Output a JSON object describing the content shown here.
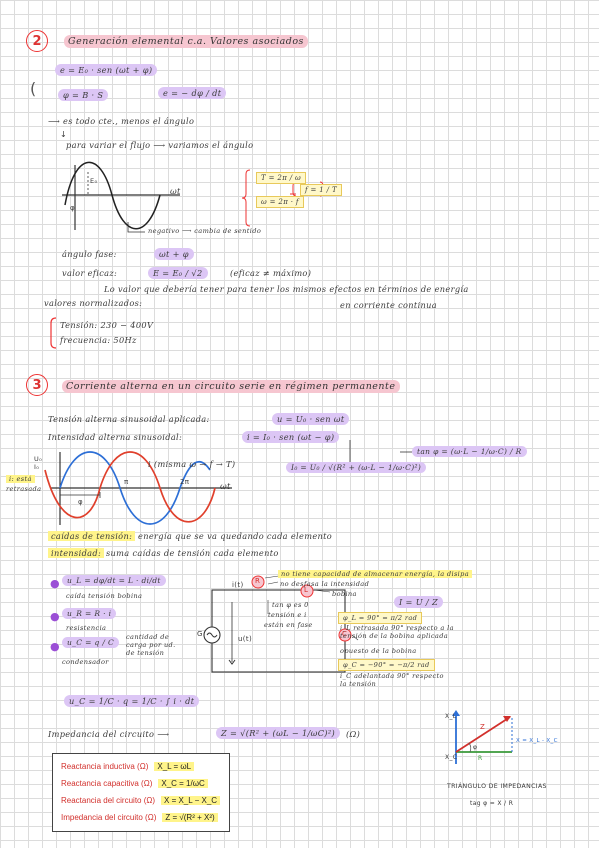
{
  "section2": {
    "number": "2",
    "title": "Generación elemental c.a. Valores asociados",
    "eq_e": "e = E₀ · sen (ωt + φ)",
    "eq_phi": "φ = B · S",
    "eq_e2": "e = − dφ / dt",
    "note1": "⟶ es todo cte., menos el ángulo",
    "arrow": "↓",
    "note2": "para variar el flujo ⟶ variamos el ángulo",
    "graph_E0": "E₀",
    "graph_wt": "ωt",
    "graph_phi": "φ",
    "graph_note": "negativo ⟶ cambia de sentido",
    "T_formula": "T = 2π / ω",
    "f_formula": "f = 1 / T",
    "w_formula": "ω = 2π · f",
    "angle_phase": "ángulo fase:",
    "angle_phase_val": "ωt + φ",
    "rms": "valor eficaz:",
    "rms_val": "E = E₀ / √2",
    "rms_note": "(eficaz ≠ máximo)",
    "sentence1": "Lo valor que debería tener para tener los mismos efectos en términos de energía",
    "sentence2": "valores normalizados:",
    "sentence3": "en corriente continua",
    "tension": "Tensión:  230 − 400V",
    "frequency": "frecuencia:  50Hz"
  },
  "section3": {
    "number": "3",
    "title": "Corriente alterna en un circuito serie en régimen permanente",
    "tension_line": "Tensión alterna sinusoidal aplicada:",
    "tension_eq": "u = U₀ · sen ωt",
    "intensity_line": "Intensidad alterna sinusoidal:",
    "intensity_eq": "i = I₀ · sen (ωt − φ)",
    "tan_eq": "tan φ = (ω·L − 1/ω·C) / R",
    "I0_eq": "I₀ = U₀ / √(R² + (ω·L − 1/ω·C)²)",
    "graph_U0": "U₀",
    "graph_I0": "I₀",
    "graph_i": "i (misma ω → f → T)",
    "graph_pi": "π",
    "graph_2pi": "2π",
    "graph_wt": "ωt",
    "graph_phi": "φ",
    "side_note1": "i: está",
    "side_note2": "retrasada",
    "caidas_label": "caídas de tensión:",
    "caidas_text": "energía que se va quedando cada elemento",
    "intensidad_label": "intensidad:",
    "intensidad_text": "suma caídas de tensión cada elemento",
    "uL": "u_L = dφ/dt = L · di/dt",
    "uL_note": "caída tensión bobina",
    "uR": "u_R = R · i",
    "uR_note": "resistencia",
    "uC": "u_C = q / C",
    "uC_note": "cantidad de carga por ud. de tensión",
    "uC_label": "condensador",
    "uc_integral": "u_C = 1/C · q = 1/C · ∫ i · dt",
    "circuit_R": "R",
    "circuit_L": "L",
    "circuit_C": "C",
    "circuit_G": "G",
    "circuit_i": "i(t)",
    "circuit_u": "u(t)",
    "R_note1": "no tiene capacidad de almacenar energía, la disipa",
    "R_note2": "no desfasa la intensidad",
    "L_note0": "bobina",
    "L_note1": "tan φ es 0",
    "L_note2": "tensión e i",
    "L_note3": "están en fase",
    "phiL": "φ_L = 90° = π/2 rad",
    "iL_note": "i_L retrasada 90° respecto a la tensión de la bobina aplicada",
    "C_note0": "opuesto de la bobina",
    "phiC": "φ_C = −90° = −π/2 rad",
    "iC_note": "i_C adelantada 90° respecto la tensión",
    "I_eq": "I = U / Z",
    "impedancia_label": "Impedancia del circuito ⟶",
    "impedancia_eq": "Z = √(R² + (ωL − 1/ωC)²)",
    "impedancia_unit": "(Ω)"
  },
  "triangle": {
    "XL": "X_L",
    "XC": "X_C",
    "Z": "Z",
    "R": "R",
    "phi": "φ",
    "X": "X = X_L - X_C",
    "title": "TRIÁNGULO DE IMPEDANCIAS",
    "tag": "tag φ = X / R"
  },
  "table": [
    {
      "label": "Reactancia inductiva (Ω)",
      "formula": "X_L = ωL"
    },
    {
      "label": "Reactancia capacitiva (Ω)",
      "formula": "X_C = 1/ωC"
    },
    {
      "label": "Reactancia del circuito (Ω)",
      "formula": "X = X_L − X_C"
    },
    {
      "label": "Impedancia del circuito (Ω)",
      "formula": "Z = √(R² + X²)"
    }
  ]
}
